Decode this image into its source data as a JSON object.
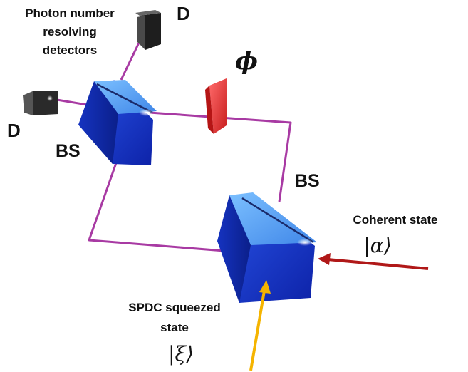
{
  "labels": {
    "detectors_line1": "Photon number",
    "detectors_line2": "resolving",
    "detectors_line3": "detectors",
    "detector_top": "D",
    "detector_left": "D",
    "phase": "ϕ",
    "bs_left": "BS",
    "bs_right": "BS",
    "coherent_title": "Coherent state",
    "coherent_ket": "|α⟩",
    "spdc_line1": "SPDC squeezed",
    "spdc_line2": "state",
    "spdc_ket": "|ξ⟩"
  },
  "colors": {
    "beam_path": "#a83aa3",
    "cube_front": "#1535d0",
    "cube_top": "#5fa6f5",
    "cube_side": "#0f2aa8",
    "phase_shifter": "#e83a3a",
    "detector": "#2b2b2b",
    "coherent_arrow": "#b01818",
    "squeezed_arrow": "#f5b400"
  }
}
